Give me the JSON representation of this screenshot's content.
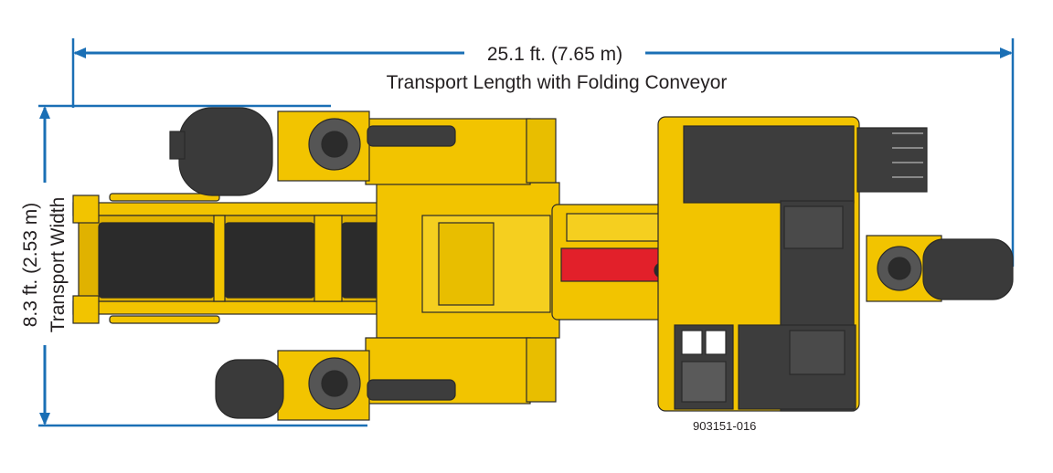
{
  "dimensions": {
    "length": {
      "value": "25.1 ft. (7.65 m)",
      "label": "Transport Length with Folding Conveyor"
    },
    "width": {
      "value": "8.3 ft. (2.53 m)",
      "label": "Transport Width"
    }
  },
  "figure_id": "903151-016",
  "colors": {
    "dimension_line": "#1a6fb5",
    "machine_yellow": "#f2c400",
    "machine_yellow_dark": "#c99a00",
    "machine_dark": "#3d3d3d",
    "belt": "#2b2b2b",
    "accent_red": "#e2202a"
  }
}
